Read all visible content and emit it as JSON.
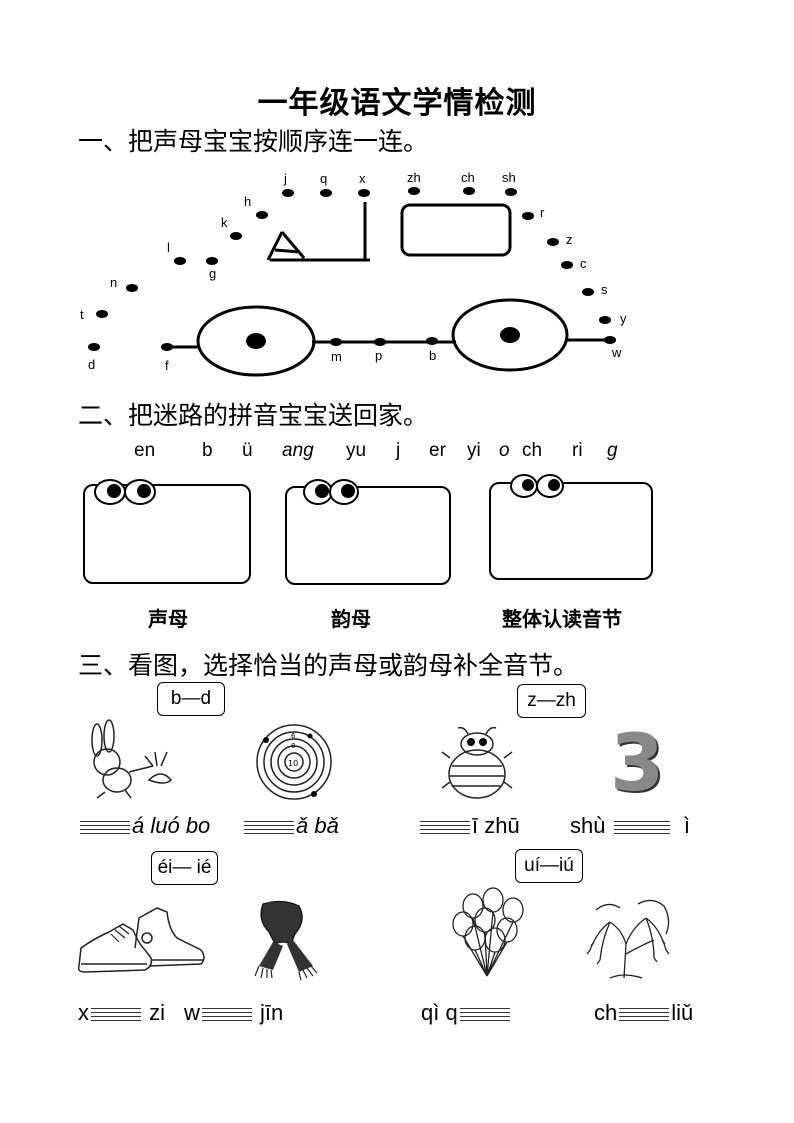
{
  "title": "一年级语文学情检测",
  "section1": {
    "heading": "一、把声母宝宝按顺序连一连。",
    "letters": [
      "j",
      "q",
      "x",
      "zh",
      "ch",
      "sh",
      "h",
      "k",
      "l",
      "g",
      "n",
      "t",
      "d",
      "f",
      "m",
      "p",
      "b",
      "r",
      "z",
      "c",
      "s",
      "y",
      "w"
    ]
  },
  "section2": {
    "heading": "二、把迷路的拼音宝宝送回家。",
    "words": [
      "en",
      "b",
      "ü",
      "ang",
      "yu",
      "j",
      "er",
      "yi",
      "o",
      "ch",
      "ri",
      "g"
    ],
    "categories": [
      "声母",
      "韵母",
      "整体认读音节"
    ]
  },
  "section3": {
    "heading": "三、看图，选择恰当的声母或韵母补全音节。",
    "options": [
      "b—d",
      "z—zh",
      "éi— ié",
      "uí—iú"
    ],
    "row1": {
      "item1_after": "á luó bo",
      "item2_after": "ǎ bǎ",
      "item3_after": "ī zhū",
      "item4_before": "shù",
      "item4_after": "ì"
    },
    "row2": {
      "item1_before": "x",
      "item1_after": "zi",
      "item2_before": "w",
      "item2_after": "jīn",
      "item3_before": "qì q",
      "item4_before": "ch",
      "item4_after": "liǔ"
    },
    "number_figure": "3",
    "target_labels": [
      "6",
      "8",
      "10"
    ],
    "icons": [
      "rabbit-pulling-radish",
      "target",
      "ladybug",
      "number-three",
      "sneakers",
      "scarf",
      "balloons",
      "willow-tree"
    ]
  }
}
